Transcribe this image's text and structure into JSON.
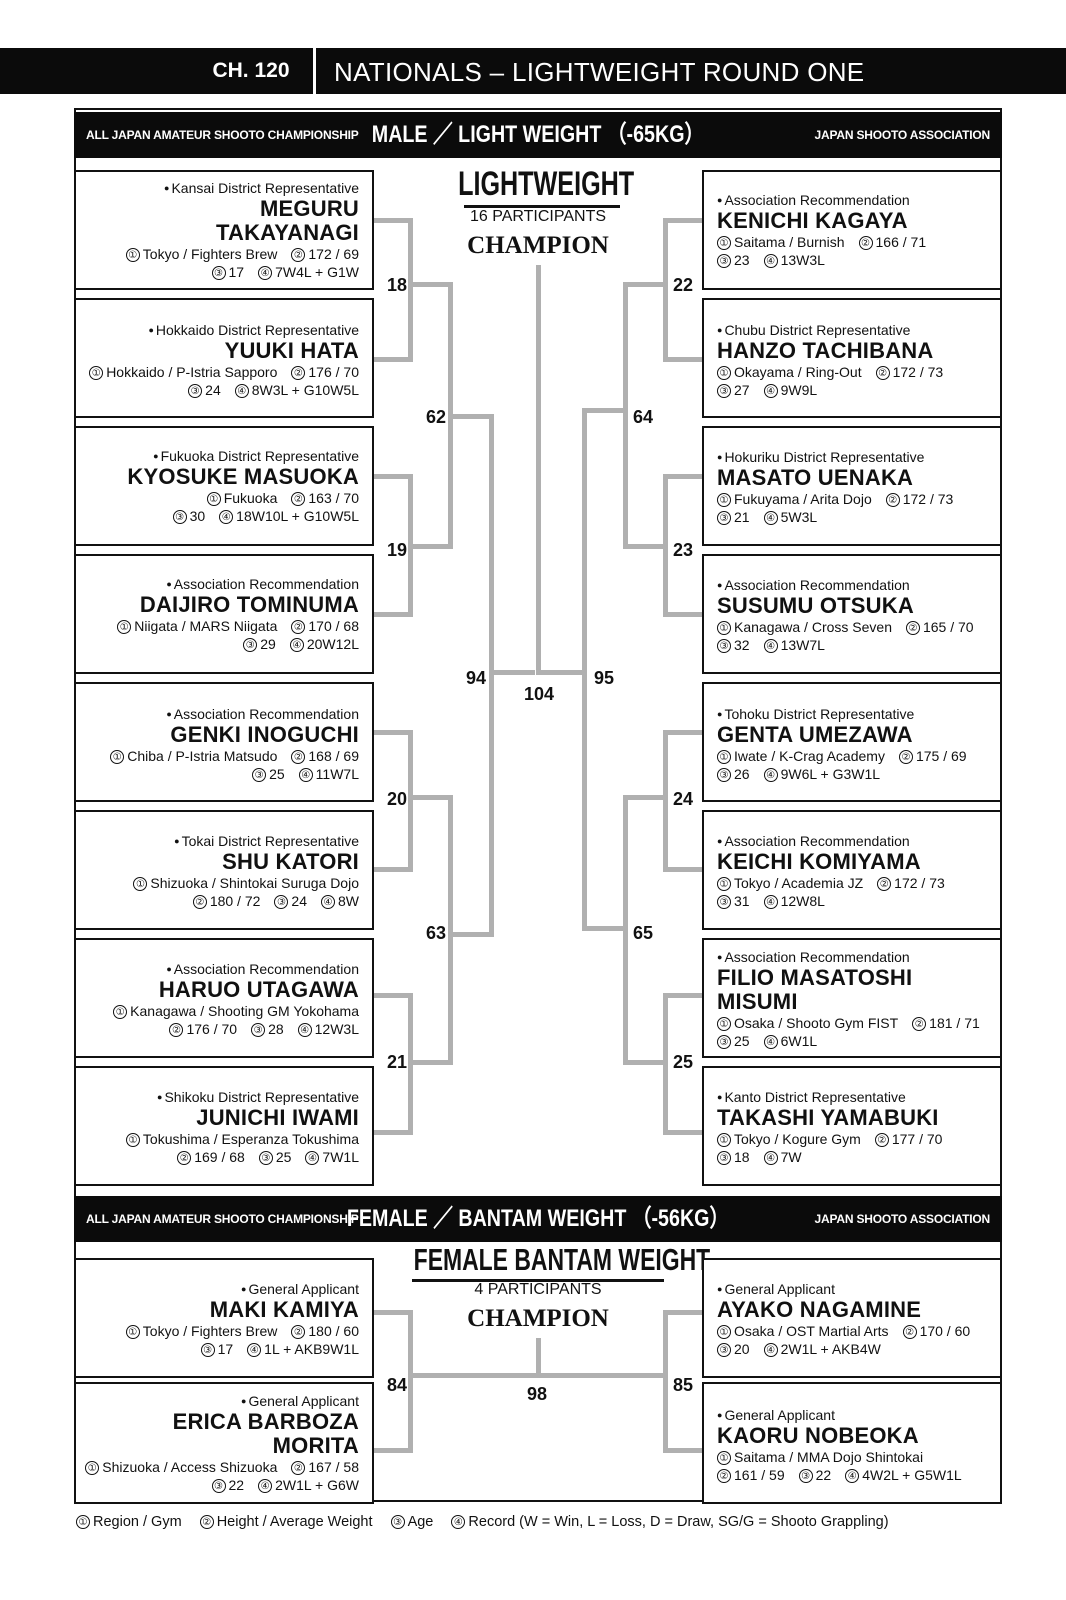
{
  "chapter": {
    "number": "CH. 120",
    "title": "NATIONALS – LIGHTWEIGHT ROUND ONE"
  },
  "male_section": {
    "left_label": "ALL JAPAN AMATEUR SHOOTO CHAMPIONSHIP",
    "center_label": "MALE ／ LIGHT WEIGHT （-65KG）",
    "right_label": "JAPAN SHOOTO ASSOCIATION",
    "title": "LIGHTWEIGHT",
    "participants": "16 PARTICIPANTS",
    "champion": "CHAMPION",
    "bouts": {
      "b18": "18",
      "b19": "19",
      "b20": "20",
      "b21": "21",
      "b22": "22",
      "b23": "23",
      "b24": "24",
      "b25": "25",
      "b62": "62",
      "b63": "63",
      "b64": "64",
      "b65": "65",
      "b94": "94",
      "b95": "95",
      "b104": "104"
    },
    "left": [
      {
        "rep": "Kansai District Representative",
        "name1": "MEGURU",
        "name2": "TAKAYANAGI",
        "gym": "Tokyo / Fighters Brew",
        "hw": "172 / 69",
        "age": "17",
        "rec": "7W4L + G1W"
      },
      {
        "rep": "Hokkaido District Representative",
        "name": "YUUKI HATA",
        "gym": "Hokkaido / P-Istria Sapporo",
        "hw": "176 / 70",
        "age": "24",
        "rec": "8W3L + G10W5L"
      },
      {
        "rep": "Fukuoka District Representative",
        "name": "KYOSUKE MASUOKA",
        "gym": "Fukuoka",
        "hw": "163 / 70",
        "age": "30",
        "rec": "18W10L + G10W5L"
      },
      {
        "rep": "Association Recommendation",
        "name": "DAIJIRO TOMINUMA",
        "gym": "Niigata / MARS Niigata",
        "hw": "170 / 68",
        "age": "29",
        "rec": "20W12L"
      },
      {
        "rep": "Association Recommendation",
        "name": "GENKI INOGUCHI",
        "gym": "Chiba / P-Istria Matsudo",
        "hw": "168 / 69",
        "age": "25",
        "rec": "11W7L"
      },
      {
        "rep": "Tokai District Representative",
        "name": "SHU KATORI",
        "gym": "Shizuoka / Shintokai Suruga Dojo",
        "hw": "180 / 72",
        "age": "24",
        "rec": "8W"
      },
      {
        "rep": "Association Recommendation",
        "name": "HARUO UTAGAWA",
        "gym": "Kanagawa / Shooting GM Yokohama",
        "hw": "176 / 70",
        "age": "28",
        "rec": "12W3L"
      },
      {
        "rep": "Shikoku District Representative",
        "name": "JUNICHI IWAMI",
        "gym": "Tokushima / Esperanza Tokushima",
        "hw": "169 / 68",
        "age": "25",
        "rec": "7W1L"
      }
    ],
    "right": [
      {
        "rep": "Association Recommendation",
        "name": "KENICHI KAGAYA",
        "gym": "Saitama / Burnish",
        "hw": "166 / 71",
        "age": "23",
        "rec": "13W3L"
      },
      {
        "rep": "Chubu District Representative",
        "name": "HANZO TACHIBANA",
        "gym": "Okayama / Ring-Out",
        "hw": "172 / 73",
        "age": "27",
        "rec": "9W9L"
      },
      {
        "rep": "Hokuriku District Representative",
        "name": "MASATO UENAKA",
        "gym": "Fukuyama / Arita Dojo",
        "hw": "172 / 73",
        "age": "21",
        "rec": "5W3L"
      },
      {
        "rep": "Association Recommendation",
        "name": "SUSUMU OTSUKA",
        "gym": "Kanagawa / Cross Seven",
        "hw": "165 / 70",
        "age": "32",
        "rec": "13W7L"
      },
      {
        "rep": "Tohoku District Representative",
        "name": "GENTA UMEZAWA",
        "gym": "Iwate / K-Crag Academy",
        "hw": "175 / 69",
        "age": "26",
        "rec": "9W6L + G3W1L"
      },
      {
        "rep": "Association Recommendation",
        "name": "KEICHI KOMIYAMA",
        "gym": "Tokyo / Academia JZ",
        "hw": "172 / 73",
        "age": "31",
        "rec": "12W8L"
      },
      {
        "rep": "Association Recommendation",
        "name1": "FILIO MASATOSHI",
        "name2": "MISUMI",
        "gym": "Osaka / Shooto Gym FIST",
        "hw": "181 / 71",
        "age": "25",
        "rec": "6W1L"
      },
      {
        "rep": "Kanto District Representative",
        "name": "TAKASHI YAMABUKI",
        "gym": "Tokyo / Kogure Gym",
        "hw": "177 / 70",
        "age": "18",
        "rec": "7W"
      }
    ]
  },
  "female_section": {
    "left_label": "ALL JAPAN AMATEUR SHOOTO CHAMPIONSHIP",
    "center_label": "FEMALE ／ BANTAM WEIGHT （-56KG）",
    "right_label": "JAPAN SHOOTO ASSOCIATION",
    "title": "FEMALE BANTAM WEIGHT",
    "participants": "4 PARTICIPANTS",
    "champion": "CHAMPION",
    "bouts": {
      "b84": "84",
      "b85": "85",
      "b98": "98"
    },
    "left": [
      {
        "rep": "General Applicant",
        "name": "MAKI KAMIYA",
        "gym": "Tokyo / Fighters Brew",
        "hw": "180 / 60",
        "age": "17",
        "rec": "1L + AKB9W1L"
      },
      {
        "rep": "General Applicant",
        "name1": "ERICA BARBOZA",
        "name2": "MORITA",
        "gym": "Shizuoka / Access Shizuoka",
        "hw": "167 / 58",
        "age": "22",
        "rec": "2W1L + G6W"
      }
    ],
    "right": [
      {
        "rep": "General Applicant",
        "name": "AYAKO NAGAMINE",
        "gym": "Osaka / OST Martial Arts",
        "hw": "170 / 60",
        "age": "20",
        "rec": "2W1L + AKB4W"
      },
      {
        "rep": "General Applicant",
        "name": "KAORU NOBEOKA",
        "gym": "Saitama / MMA Dojo Shintokai",
        "hw": "161 / 59",
        "age": "22",
        "rec": "4W2L + G5W1L"
      }
    ]
  },
  "markers": [
    "①",
    "②",
    "③",
    "④"
  ],
  "legend": {
    "m1": "Region / Gym",
    "m2": "Height / Average Weight",
    "m3": "Age",
    "m4": "Record (W = Win, L = Loss, D = Draw, SG/G = Shooto Grappling)"
  }
}
